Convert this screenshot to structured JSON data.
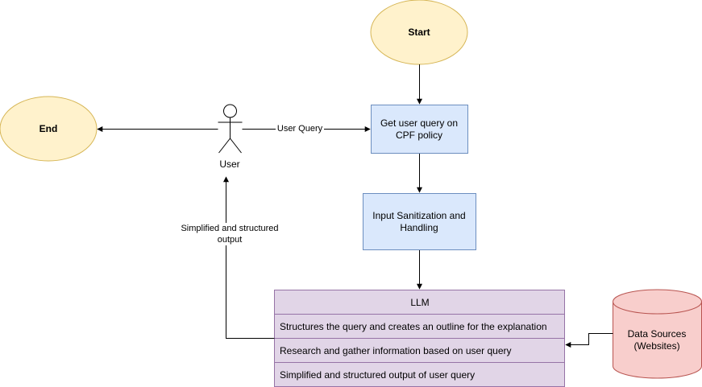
{
  "nodes": {
    "start": "Start",
    "end": "End",
    "user": "User",
    "get_query": "Get user query on CPF policy",
    "sanitization": "Input Sanitization and Handling",
    "datasource": "Data Sources (Websites)"
  },
  "llm": {
    "title": "LLM",
    "rows": [
      "Structures the query and creates an outline for the explanation",
      "Research and gather information based on user query",
      "Simplified and structured output of user query"
    ]
  },
  "edges": {
    "user_query": "User Query",
    "output": "Simplified and structured output"
  },
  "colors": {
    "ellipse_fill": "#fff2cc",
    "ellipse_stroke": "#d6b656",
    "process_fill": "#dae8fc",
    "process_stroke": "#6c8ebf",
    "llm_fill": "#e1d5e7",
    "llm_stroke": "#9673a6",
    "db_fill": "#f8cecc",
    "db_stroke": "#b85450"
  }
}
